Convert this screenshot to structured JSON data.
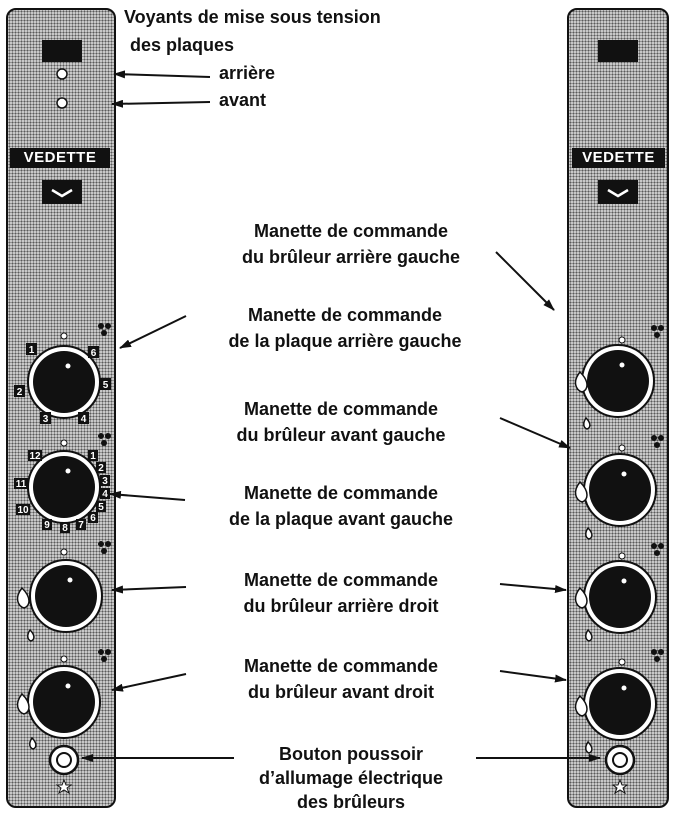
{
  "brand_left": "VEDETTE",
  "brand_right": "VEDETTE",
  "labels": {
    "voyants_line1": "Voyants de mise  sous tension",
    "voyants_line2": "des  plaques",
    "arriere": "arrière",
    "avant": "avant",
    "bruleur_ar_g_1": "Manette de commande",
    "bruleur_ar_g_2": "du brûleur arrière gauche",
    "plaque_ar_g_1": "Manette de commande",
    "plaque_ar_g_2": "de la plaque arrière gauche",
    "bruleur_av_g_1": "Manette de commande",
    "bruleur_av_g_2": "du brûleur avant gauche",
    "plaque_av_g_1": "Manette de commande",
    "plaque_av_g_2": "de la plaque avant gauche",
    "bruleur_ar_d_1": "Manette de commande",
    "bruleur_ar_d_2": "du brûleur arrière droit",
    "bruleur_av_d_1": "Manette de commande",
    "bruleur_av_d_2": "du brûleur avant droit",
    "bouton_1": "Bouton poussoir",
    "bouton_2": "d’allumage électrique",
    "bouton_3": "des brûleurs"
  },
  "knob1_numbers": [
    "1",
    "2",
    "3",
    "4",
    "5",
    "6"
  ],
  "knob2_numbers": [
    "1",
    "2",
    "3",
    "4",
    "5",
    "6",
    "7",
    "8",
    "9",
    "10",
    "11",
    "12"
  ]
}
